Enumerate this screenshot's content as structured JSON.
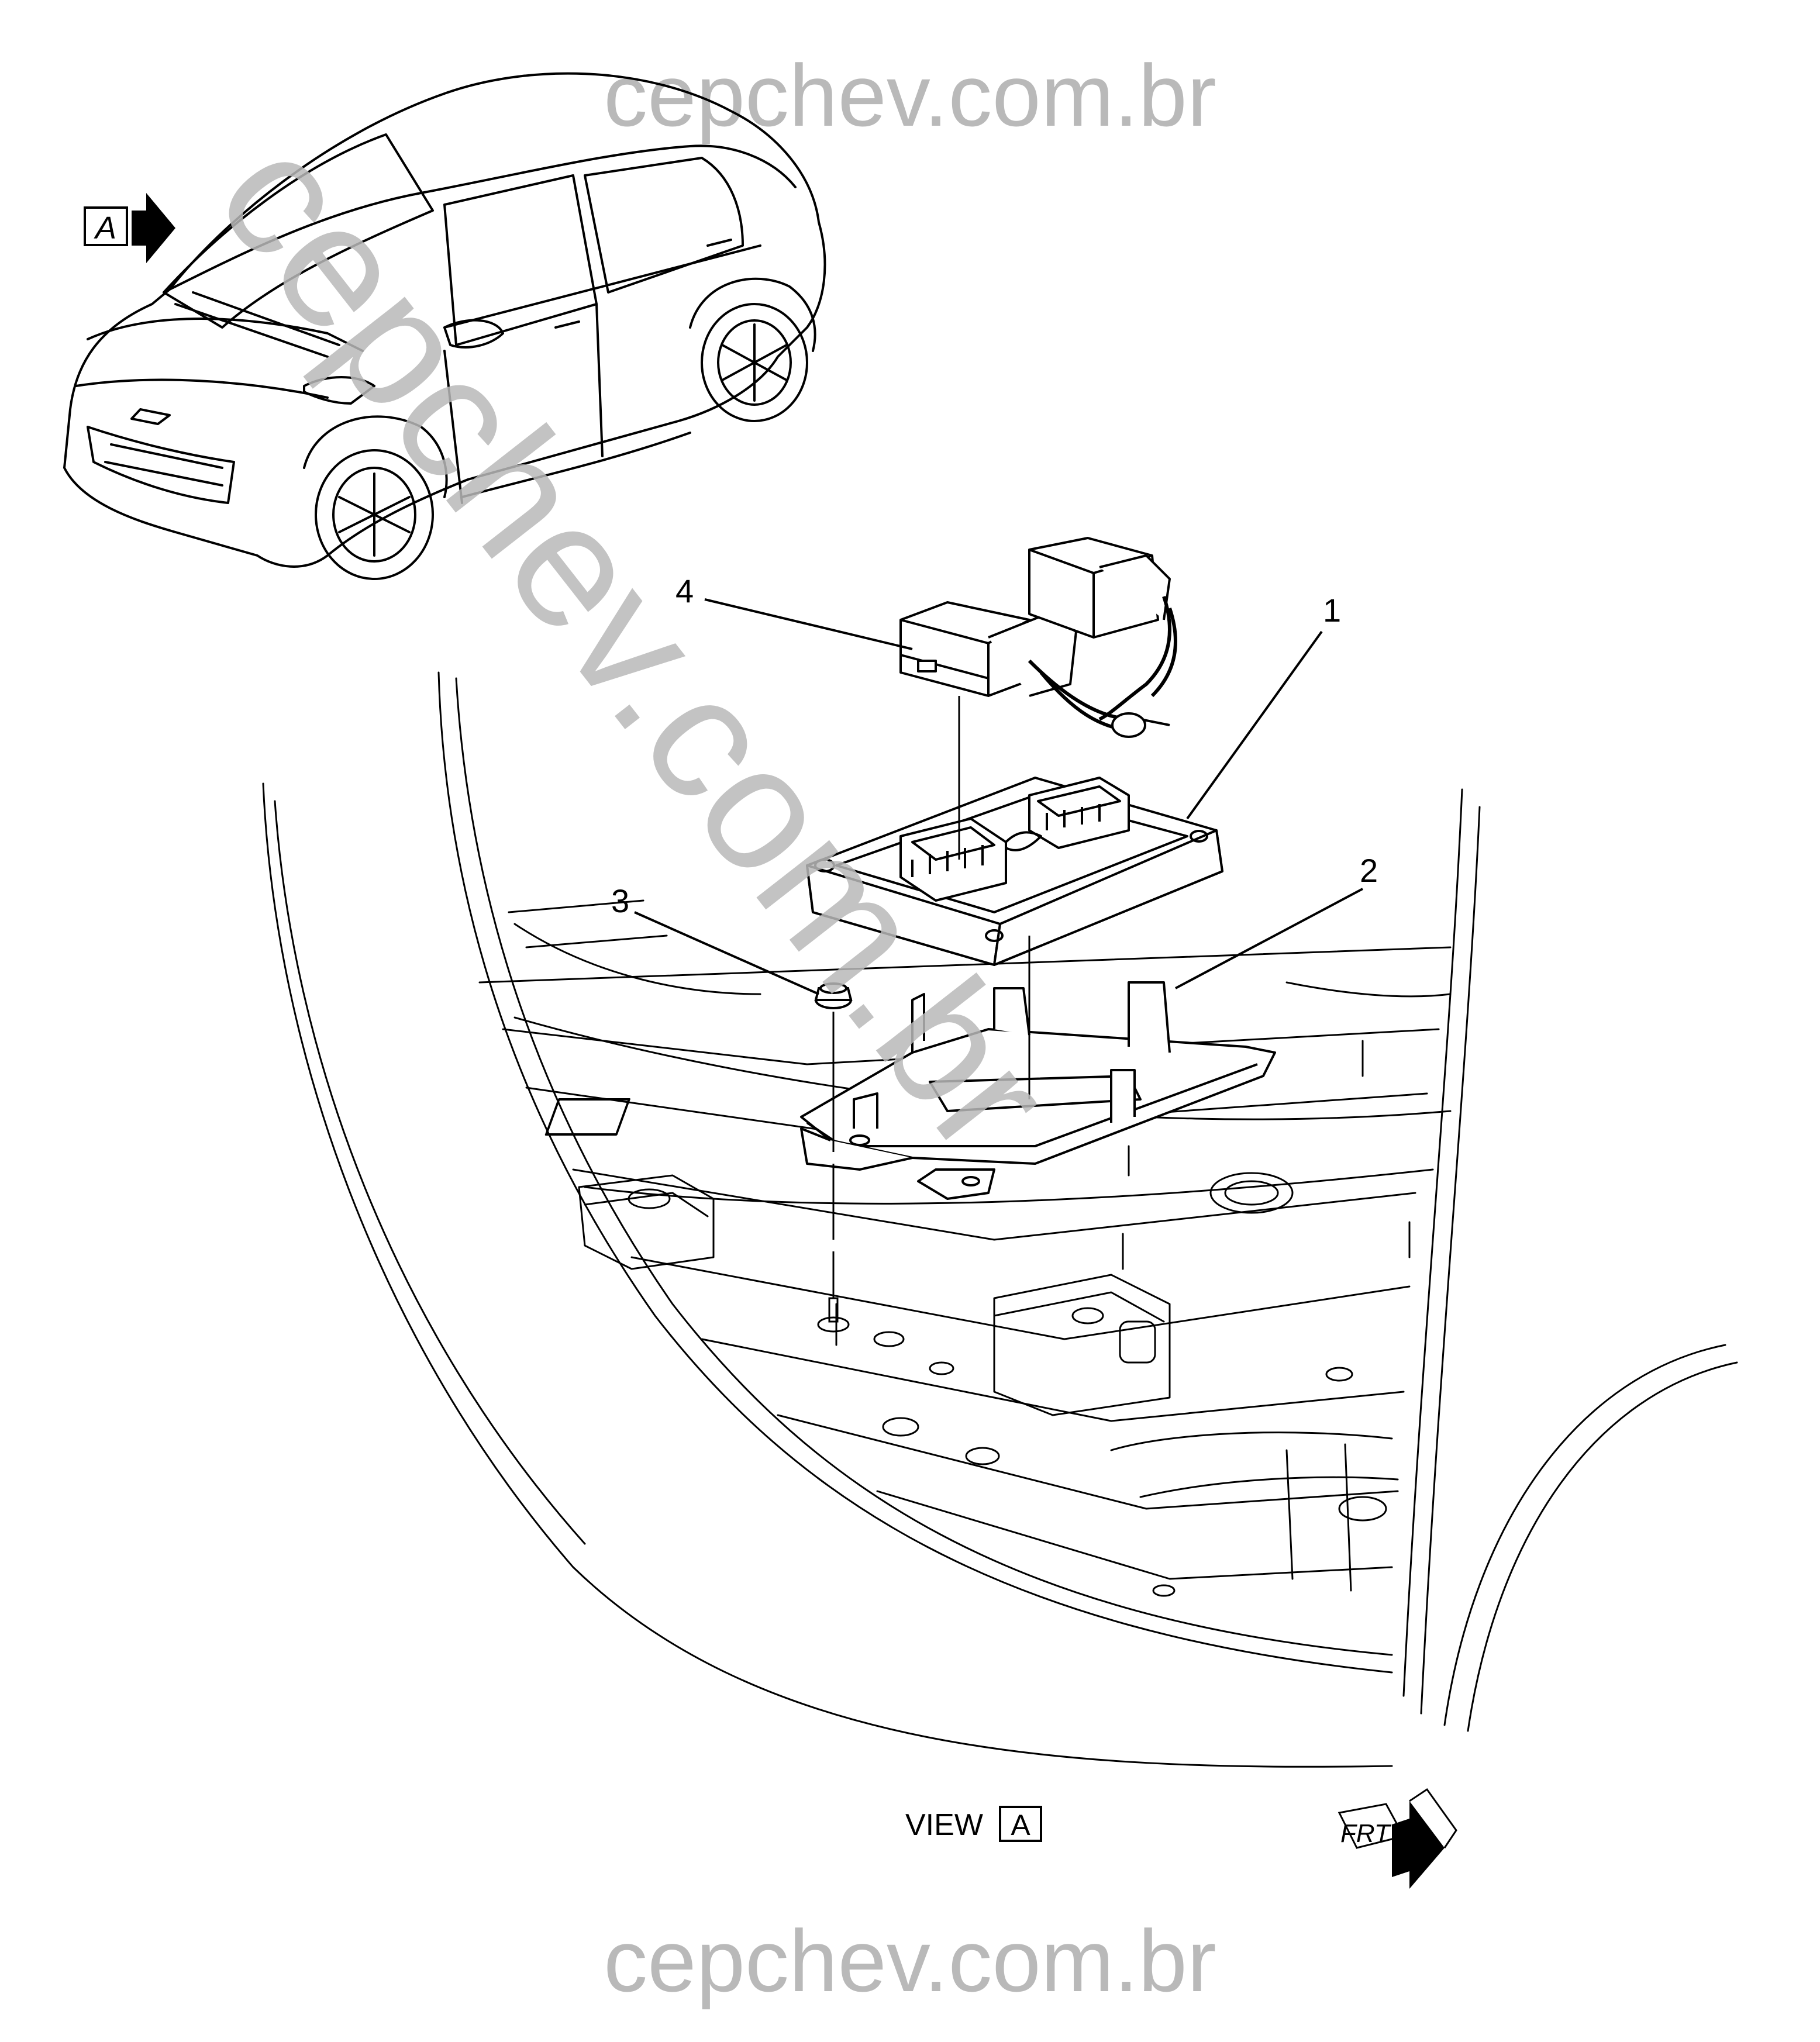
{
  "watermark": {
    "top": "cepchev.com.br",
    "bottom": "cepchev.com.br",
    "diagonal": "cepchev.com.br",
    "color": "#b9b9b9"
  },
  "view_marker": {
    "letter": "A"
  },
  "callouts": [
    {
      "number": "1"
    },
    {
      "number": "2"
    },
    {
      "number": "3"
    },
    {
      "number": "4"
    }
  ],
  "view_caption": {
    "prefix": "VIEW",
    "letter": "A"
  },
  "front_indicator": {
    "label": "FRT"
  },
  "line_color": "#000000"
}
